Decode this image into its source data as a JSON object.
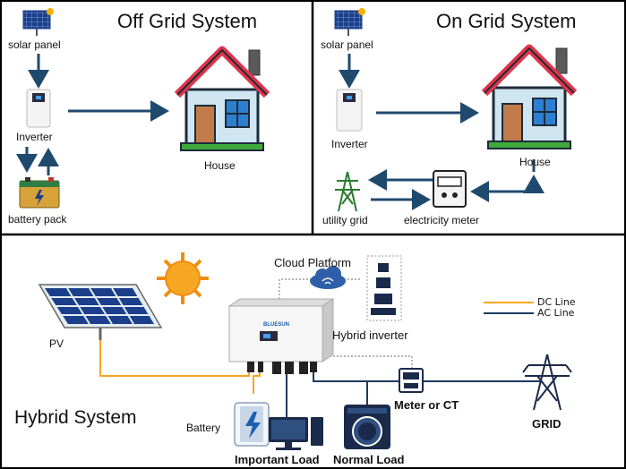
{
  "off_grid": {
    "title": "Off Grid System",
    "solar_panel": "solar panel",
    "inverter": "Inverter",
    "battery_pack": "battery pack",
    "house": "House"
  },
  "on_grid": {
    "title": "On Grid System",
    "solar_panel": "solar panel",
    "inverter": "Inverter",
    "house": "House",
    "utility_grid": "utility grid",
    "electricity_meter": "electricity meter"
  },
  "hybrid": {
    "title": "Hybrid System",
    "pv": "PV",
    "cloud_platform": "Cloud Platform",
    "hybrid_inverter": "Hybrid inverter",
    "battery": "Battery",
    "important_load": "Important Load",
    "normal_load": "Normal Load",
    "meter": "Meter or CT",
    "grid": "GRID",
    "legend": {
      "dc": "DC Line",
      "ac": "AC Line"
    },
    "brand": "BLUESUN"
  },
  "colors": {
    "dc_line": "#f5a623",
    "ac_line": "#1e3a5f",
    "arrow": "#1f4a6e",
    "roof": "#e0344a",
    "house_wall": "#cfe6f2",
    "panel": "#1b3f8a"
  }
}
